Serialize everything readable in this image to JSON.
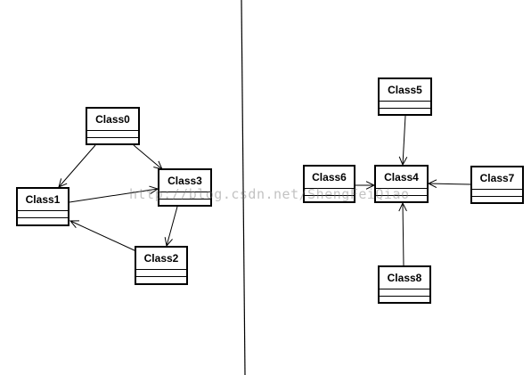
{
  "diagram": {
    "watermark": "http://blog.csdn.net/ShengFeiQiao",
    "classes": [
      {
        "id": "class0",
        "name": "Class0"
      },
      {
        "id": "class1",
        "name": "Class1"
      },
      {
        "id": "class2",
        "name": "Class2"
      },
      {
        "id": "class3",
        "name": "Class3"
      },
      {
        "id": "class4",
        "name": "Class4"
      },
      {
        "id": "class5",
        "name": "Class5"
      },
      {
        "id": "class6",
        "name": "Class6"
      },
      {
        "id": "class7",
        "name": "Class7"
      },
      {
        "id": "class8",
        "name": "Class8"
      }
    ],
    "associations": [
      {
        "from": "Class0",
        "to": "Class1"
      },
      {
        "from": "Class0",
        "to": "Class3"
      },
      {
        "from": "Class1",
        "to": "Class3"
      },
      {
        "from": "Class3",
        "to": "Class2"
      },
      {
        "from": "Class2",
        "to": "Class1"
      },
      {
        "from": "Class5",
        "to": "Class4"
      },
      {
        "from": "Class6",
        "to": "Class4"
      },
      {
        "from": "Class7",
        "to": "Class4"
      },
      {
        "from": "Class8",
        "to": "Class4"
      }
    ]
  }
}
